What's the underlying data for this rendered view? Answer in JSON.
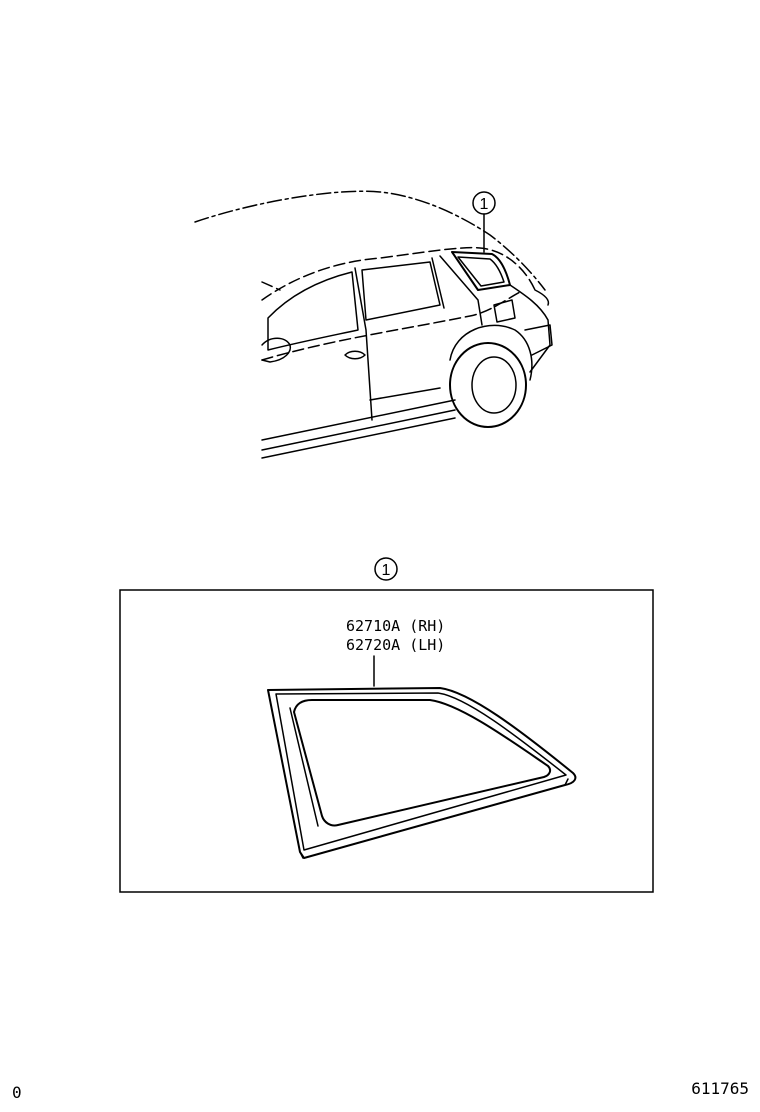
{
  "callouts": {
    "vehicle_ref": "1",
    "detail_ref": "1"
  },
  "parts": [
    {
      "number": "62710A",
      "side": "(RH)"
    },
    {
      "number": "62720A",
      "side": "(LH)"
    }
  ],
  "footer": {
    "left_code": "0",
    "drawing_number": "611765"
  },
  "colors": {
    "ink": "#000000",
    "paper": "#ffffff"
  },
  "icons": {
    "callout": "circled-number"
  }
}
